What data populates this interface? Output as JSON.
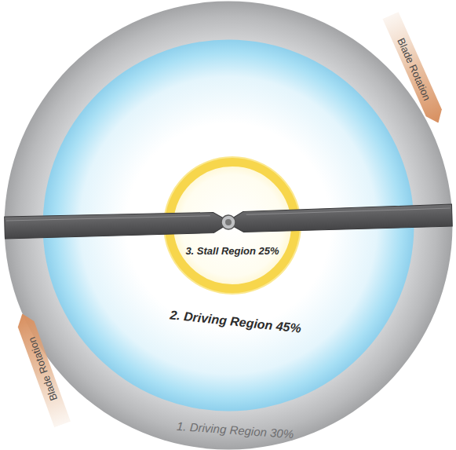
{
  "diagram": {
    "nodes": [
      {
        "text": [
          "1. Driving Region 30%"
        ]
      },
      {
        "text": [
          "2. Driving Region 45%"
        ],
        "in": 0
      },
      {
        "text": [
          "3. Stall Region 25%"
        ],
        "in": 1
      }
    ],
    "labels": [
      "Blade Rotation",
      "Blade Rotation"
    ]
  }
}
